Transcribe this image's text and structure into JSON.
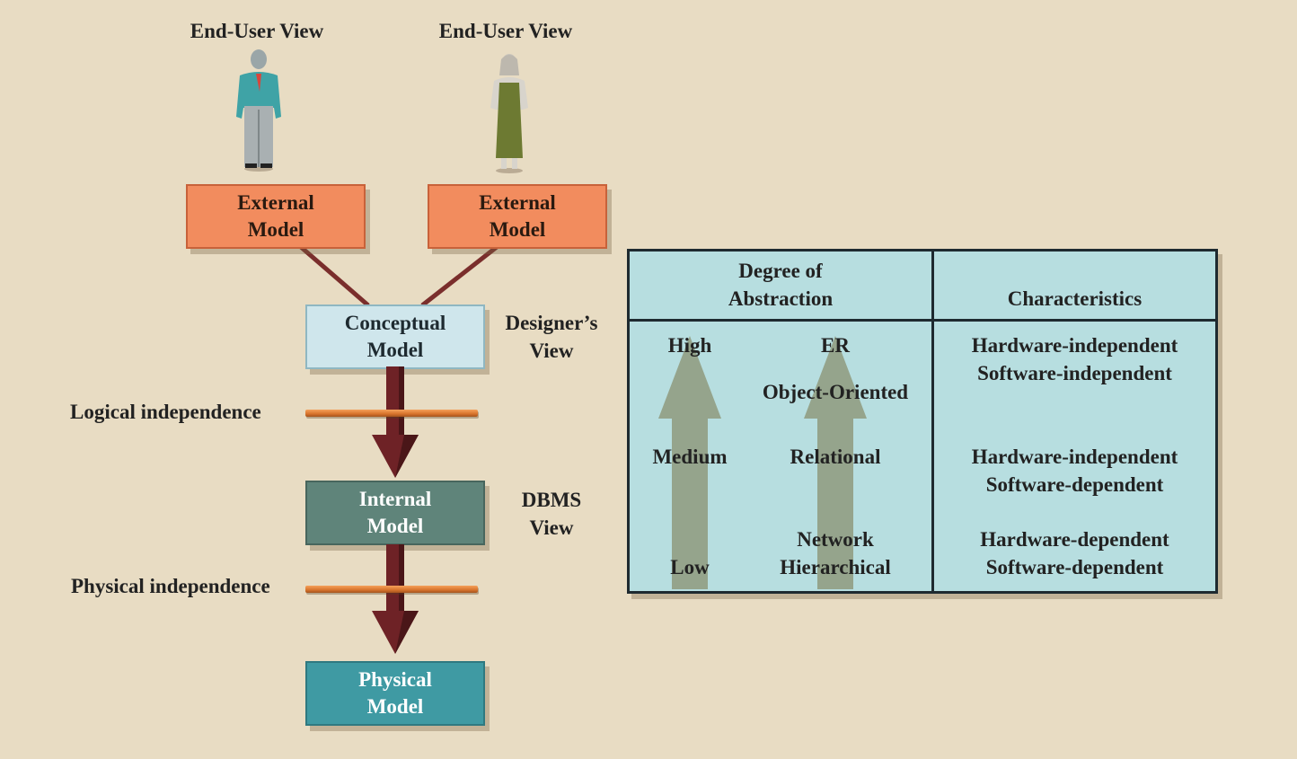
{
  "views": {
    "end_user_left": "End-User View",
    "end_user_right": "End-User View",
    "designer": [
      "Designer’s",
      "View"
    ],
    "dbms": [
      "DBMS",
      "View"
    ]
  },
  "models": {
    "external_left": [
      "External",
      "Model"
    ],
    "external_right": [
      "External",
      "Model"
    ],
    "conceptual": [
      "Conceptual",
      "Model"
    ],
    "internal": [
      "Internal",
      "Model"
    ],
    "physical": [
      "Physical",
      "Model"
    ]
  },
  "independence": {
    "logical": "Logical independence",
    "physical": "Physical independence"
  },
  "table": {
    "header_abstraction": [
      "Degree of",
      "Abstraction"
    ],
    "header_characteristics": "Characteristics",
    "levels": {
      "high": "High",
      "medium": "Medium",
      "low": "Low"
    },
    "models": {
      "er": "ER",
      "oo": "Object-Oriented",
      "relational": "Relational",
      "network": "Network",
      "hierarchical": "Hierarchical"
    },
    "characteristics": {
      "high": [
        "Hardware-independent",
        "Software-independent"
      ],
      "medium": [
        "Hardware-independent",
        "Software-dependent"
      ],
      "low": [
        "Hardware-dependent",
        "Software-dependent"
      ]
    }
  },
  "colors": {
    "background": "#e8dcc3",
    "external_model": "#f28c5e",
    "conceptual_model": "#cfe6ec",
    "internal_model": "#5f847a",
    "physical_model": "#3f9aa3",
    "flow_arrow": "#6e2226",
    "table_fill": "#b7dee0",
    "abstraction_arrow": "#8f9a7c"
  },
  "icons": [
    "man-figure-icon",
    "woman-figure-icon",
    "down-arrow-icon",
    "up-arrow-icon"
  ]
}
